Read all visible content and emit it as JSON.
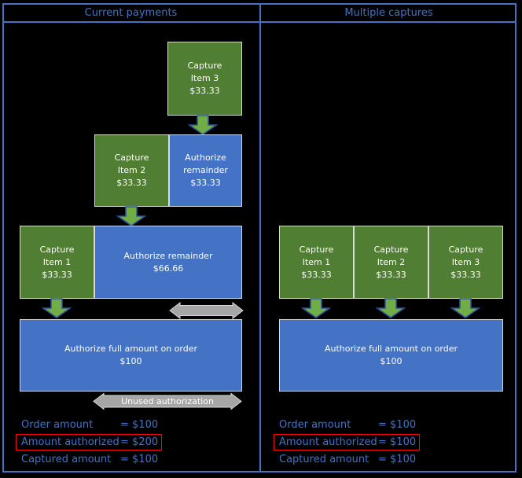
{
  "header": {
    "left_title": "Current payments",
    "right_title": "Multiple captures"
  },
  "colors": {
    "accent_blue": "#4472C4",
    "box_green": "#507E32",
    "box_blue": "#4472C4",
    "arrow_green": "#70AD47",
    "arrow_outline_blue": "#2F5597",
    "gray_arrow": "#A6A6A6",
    "box_border": "#D9D9D9",
    "highlight_red": "#FF0000",
    "background": "#000000",
    "box_text": "#FFFFFF"
  },
  "left_panel": {
    "capture_item3": {
      "line1": "Capture",
      "line2": "Item 3",
      "amount": "$33.33"
    },
    "capture_item2": {
      "line1": "Capture",
      "line2": "Item 2",
      "amount": "$33.33"
    },
    "authorize_remainder_small": {
      "line1": "Authorize",
      "line2": "remainder",
      "amount": "$33.33"
    },
    "capture_item1": {
      "line1": "Capture",
      "line2": "Item 1",
      "amount": "$33.33"
    },
    "authorize_remainder_large": {
      "line1": "Authorize remainder",
      "amount": "$66.66"
    },
    "authorize_full": {
      "line1": "Authorize full amount on order",
      "amount": "$100"
    },
    "unused_authorization_label": "Unused authorization",
    "stats": [
      {
        "label": "Order amount",
        "value": "= $100"
      },
      {
        "label": "Amount authorized",
        "value": "= $200"
      },
      {
        "label": "Captured amount",
        "value": "= $100"
      }
    ]
  },
  "right_panel": {
    "capture_item1": {
      "line1": "Capture",
      "line2": "Item 1",
      "amount": "$33.33"
    },
    "capture_item2": {
      "line1": "Capture",
      "line2": "Item 2",
      "amount": "$33.33"
    },
    "capture_item3": {
      "line1": "Capture",
      "line2": "Item 3",
      "amount": "$33.33"
    },
    "authorize_full": {
      "line1": "Authorize full amount on order",
      "amount": "$100"
    },
    "stats": [
      {
        "label": "Order amount",
        "value": "= $100"
      },
      {
        "label": "Amount authorized",
        "value": "= $100"
      },
      {
        "label": "Captured amount",
        "value": "= $100"
      }
    ]
  }
}
